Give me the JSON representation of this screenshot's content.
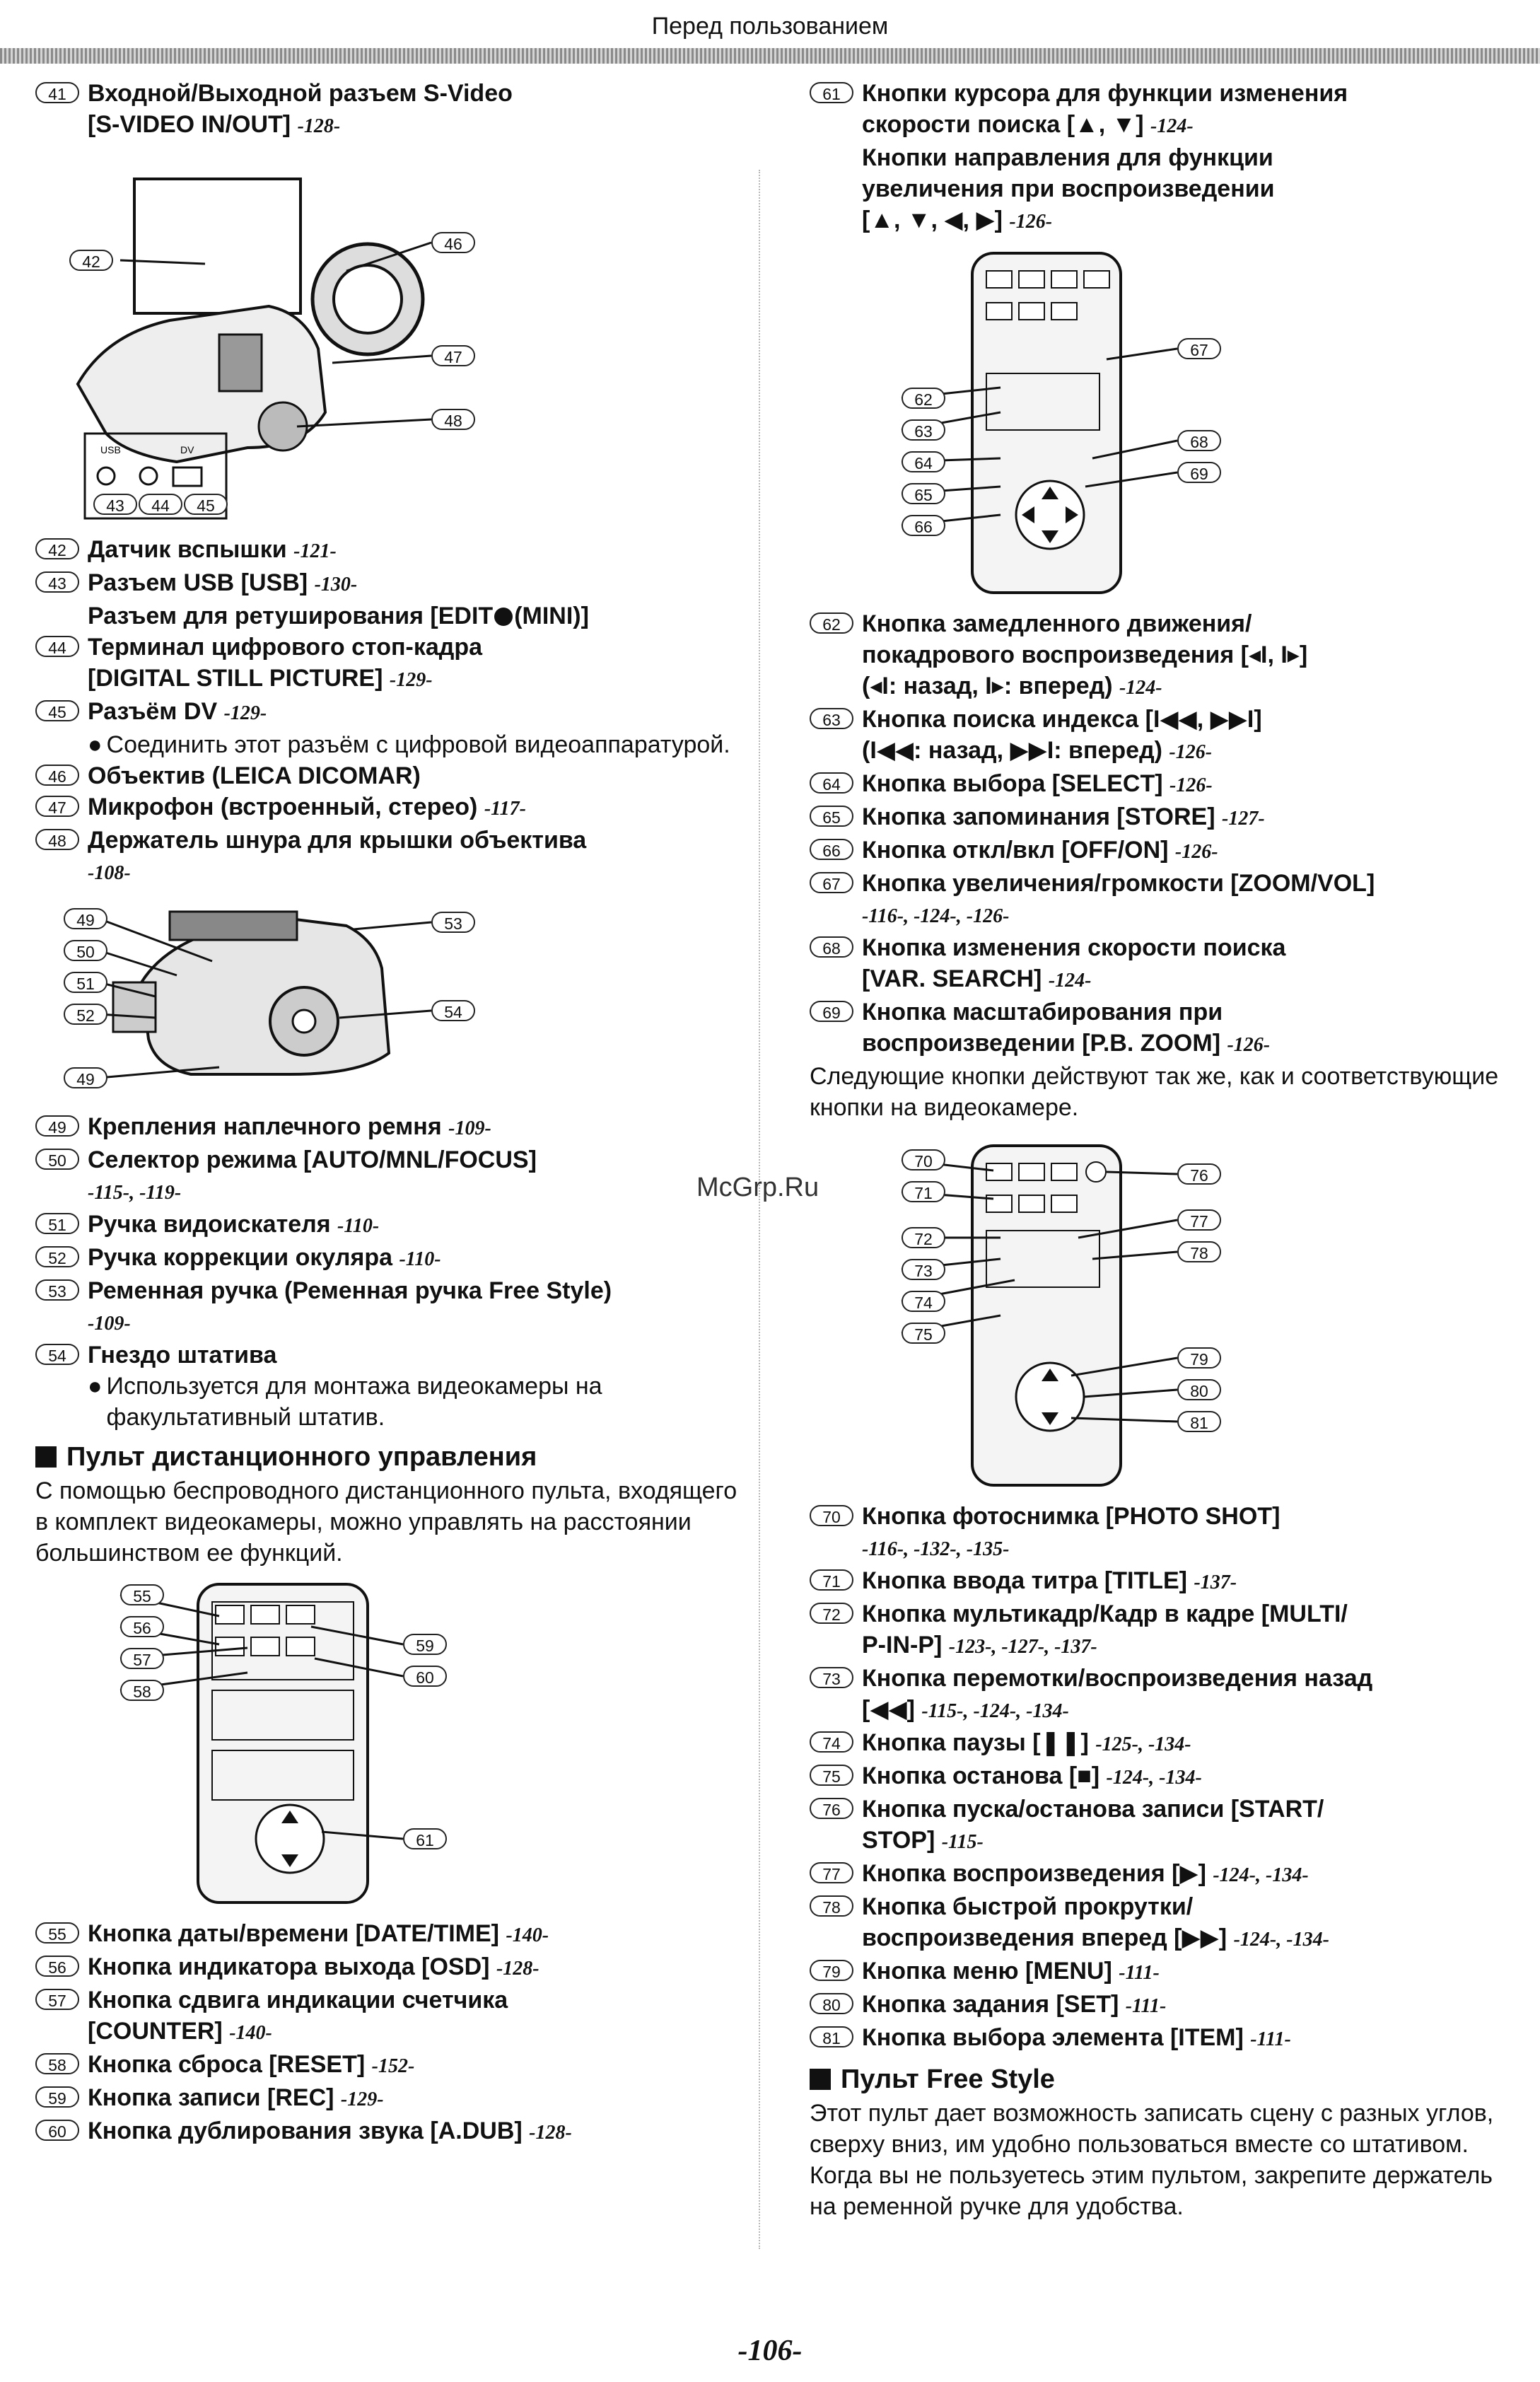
{
  "header": "Перед пользованием",
  "page_number": "-106-",
  "watermark": "McGrp.Ru",
  "left": {
    "e41": {
      "num": "41",
      "title": "Входной/Выходной разъем S-Video",
      "line2": "[S-VIDEO IN/OUT]",
      "ref": "-128-"
    },
    "fig1": {
      "c42": "42",
      "c43": "43",
      "c44": "44",
      "c45": "45",
      "c46": "46",
      "c47": "47",
      "c48": "48",
      "usb_text": "USB",
      "dv_text": "DV"
    },
    "e42": {
      "num": "42",
      "title": "Датчик вспышки",
      "ref": "-121-"
    },
    "e43": {
      "num": "43",
      "title": "Разъем USB [USB]",
      "ref": "-130-",
      "line2": "Разъем для ретуширования [EDIT",
      "line2b": "(MINI)]"
    },
    "e44": {
      "num": "44",
      "title": "Терминал цифрового стоп-кадра",
      "line2": "[DIGITAL STILL PICTURE]",
      "ref": "-129-"
    },
    "e45": {
      "num": "45",
      "title": "Разъём DV",
      "ref": "-129-",
      "bullet": "Соединить этот разъём с цифровой видеоаппаратурой."
    },
    "e46": {
      "num": "46",
      "title": "Объектив (LEICA DICOMAR)"
    },
    "e47": {
      "num": "47",
      "title": "Микрофон (встроенный, стерео)",
      "ref": "-117-"
    },
    "e48": {
      "num": "48",
      "title": "Держатель шнура для крышки объектива",
      "ref": "-108-"
    },
    "fig2": {
      "c49a": "49",
      "c50": "50",
      "c51": "51",
      "c52": "52",
      "c49b": "49",
      "c53": "53",
      "c54": "54"
    },
    "e49": {
      "num": "49",
      "title": "Крепления наплечного ремня",
      "ref": "-109-"
    },
    "e50": {
      "num": "50",
      "title": "Селектор режима [AUTO/MNL/FOCUS]",
      "ref": "-115-, -119-"
    },
    "e51": {
      "num": "51",
      "title": "Ручка видоискателя",
      "ref": "-110-"
    },
    "e52": {
      "num": "52",
      "title": "Ручка коррекции окуляра",
      "ref": "-110-"
    },
    "e53": {
      "num": "53",
      "title": "Ременная ручка (Ременная ручка Free Style)",
      "ref": "-109-"
    },
    "e54": {
      "num": "54",
      "title": "Гнездо штатива",
      "bullet": "Используется для монтажа видеокамеры на факультативный штатив."
    },
    "section": "Пульт дистанционного управления",
    "para": "С помощью беспроводного дистанционного пульта, входящего в комплект видеокамеры, можно управлять на расстоянии большинством ее функций.",
    "fig3": {
      "c55": "55",
      "c56": "56",
      "c57": "57",
      "c58": "58",
      "c59": "59",
      "c60": "60",
      "c61": "61"
    },
    "e55": {
      "num": "55",
      "title": "Кнопка даты/времени [DATE/TIME]",
      "ref": "-140-"
    },
    "e56": {
      "num": "56",
      "title": "Кнопка индикатора выхода [OSD]",
      "ref": "-128-"
    },
    "e57": {
      "num": "57",
      "title": "Кнопка сдвига индикации счетчика",
      "line2": "[COUNTER]",
      "ref": "-140-"
    },
    "e58": {
      "num": "58",
      "title": "Кнопка сброса [RESET]",
      "ref": "-152-"
    },
    "e59": {
      "num": "59",
      "title": "Кнопка записи [REC]",
      "ref": "-129-"
    },
    "e60": {
      "num": "60",
      "title": "Кнопка дублирования звука [A.DUB]",
      "ref": "-128-"
    }
  },
  "right": {
    "e61": {
      "num": "61",
      "l1": "Кнопки курсора для функции изменения",
      "l2": "скорости поиска [▲, ▼]",
      "ref1": "-124-",
      "l3": "Кнопки направления для функции",
      "l4": "увеличения при воспроизведении",
      "l5": "[▲, ▼, ◀, ▶]",
      "ref2": "-126-"
    },
    "fig4": {
      "c62": "62",
      "c63": "63",
      "c64": "64",
      "c65": "65",
      "c66": "66",
      "c67": "67",
      "c68": "68",
      "c69": "69"
    },
    "e62": {
      "num": "62",
      "l1": "Кнопка замедленного движения/",
      "l2": "покадрового воспроизведения [◂I, I▸]",
      "l3": "(◂I: назад, I▸: вперед)",
      "ref": "-124-"
    },
    "e63": {
      "num": "63",
      "l1": "Кнопка поиска индекса [I◀◀, ▶▶I]",
      "l2": "(I◀◀: назад, ▶▶I: вперед)",
      "ref": "-126-"
    },
    "e64": {
      "num": "64",
      "title": "Кнопка выбора [SELECT]",
      "ref": "-126-"
    },
    "e65": {
      "num": "65",
      "title": "Кнопка запоминания [STORE]",
      "ref": "-127-"
    },
    "e66": {
      "num": "66",
      "title": "Кнопка откл/вкл [OFF/ON]",
      "ref": "-126-"
    },
    "e67": {
      "num": "67",
      "title": "Кнопка увеличения/громкости [ZOOM/VOL]",
      "ref": "-116-, -124-, -126-"
    },
    "e68": {
      "num": "68",
      "title": "Кнопка изменения скорости поиска",
      "line2": "[VAR. SEARCH]",
      "ref": "-124-"
    },
    "e69": {
      "num": "69",
      "title": "Кнопка масштабирования при",
      "line2": "воспроизведении [P.B. ZOOM]",
      "ref": "-126-"
    },
    "para1": "Следующие кнопки действуют так же, как и соответствующие кнопки на видеокамере.",
    "fig5": {
      "c70": "70",
      "c71": "71",
      "c72": "72",
      "c73": "73",
      "c74": "74",
      "c75": "75",
      "c76": "76",
      "c77": "77",
      "c78": "78",
      "c79": "79",
      "c80": "80",
      "c81": "81"
    },
    "e70": {
      "num": "70",
      "title": "Кнопка фотоснимка [PHOTO SHOT]",
      "ref": "-116-, -132-, -135-"
    },
    "e71": {
      "num": "71",
      "title": "Кнопка ввода титра [TITLE]",
      "ref": "-137-"
    },
    "e72": {
      "num": "72",
      "title": "Кнопка мультикадр/Кадр в кадре [MULTI/",
      "line2": "P-IN-P]",
      "ref": "-123-, -127-, -137-"
    },
    "e73": {
      "num": "73",
      "title": "Кнопка перемотки/воспроизведения назад",
      "line2": "[◀◀]",
      "ref": "-115-, -124-, -134-"
    },
    "e74": {
      "num": "74",
      "title": "Кнопка паузы [❚❚]",
      "ref": "-125-, -134-"
    },
    "e75": {
      "num": "75",
      "title": "Кнопка останова [■]",
      "ref": "-124-, -134-"
    },
    "e76": {
      "num": "76",
      "title": "Кнопка пуска/останова записи [START/",
      "line2": "STOP]",
      "ref": "-115-"
    },
    "e77": {
      "num": "77",
      "title": "Кнопка воспроизведения [▶]",
      "ref": "-124-, -134-"
    },
    "e78": {
      "num": "78",
      "title": "Кнопка быстрой прокрутки/",
      "line2": "воспроизведения вперед [▶▶]",
      "ref": "-124-, -134-"
    },
    "e79": {
      "num": "79",
      "title": "Кнопка меню [MENU]",
      "ref": "-111-"
    },
    "e80": {
      "num": "80",
      "title": "Кнопка задания [SET]",
      "ref": "-111-"
    },
    "e81": {
      "num": "81",
      "title": "Кнопка выбора элемента [ITEM]",
      "ref": "-111-"
    },
    "section": "Пульт Free Style",
    "para2": "Этот пульт дает возможность записать сцену с разных углов, сверху вниз, им удобно пользоваться вместе со штативом. Когда вы не пользуетесь этим пультом, закрепите держатель на ременной ручке для удобства."
  }
}
